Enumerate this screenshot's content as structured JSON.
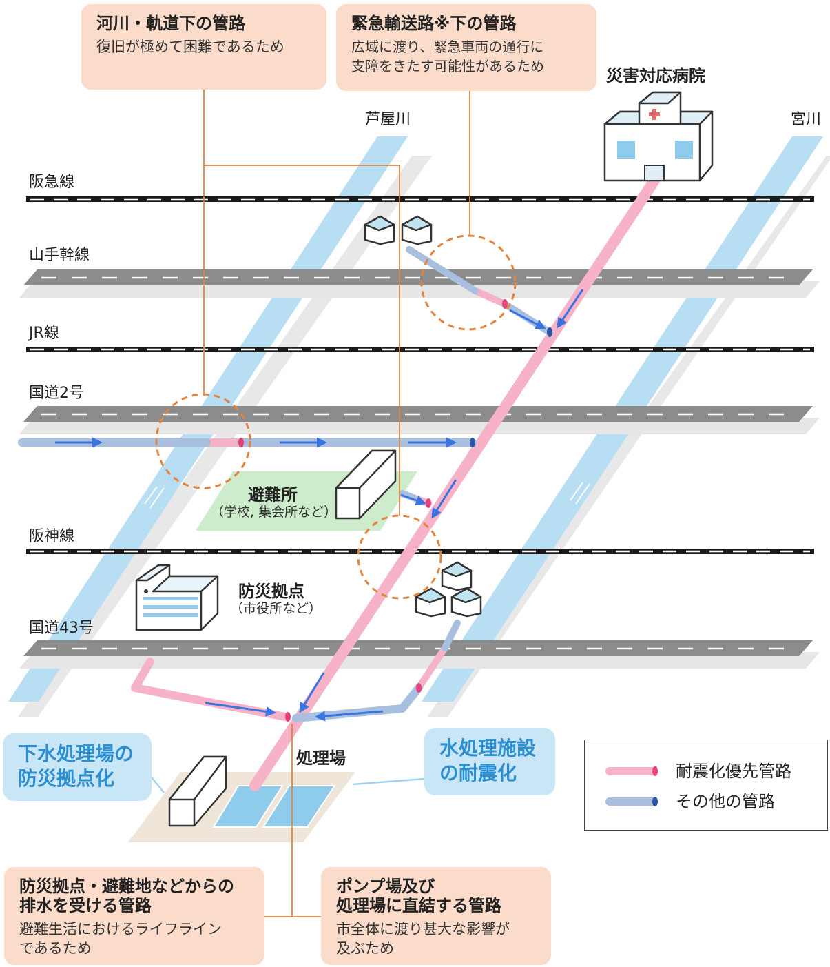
{
  "callouts": {
    "river_track": {
      "title": "河川・軌道下の管路",
      "desc": "復旧が極めて困難であるため"
    },
    "emergency_route": {
      "title": "緊急輸送路※下の管路",
      "desc": "広域に渡り、緊急車両の通行に\n支障をきたす可能性があるため"
    },
    "disaster_base": {
      "title": "防災拠点・避難地などからの\n排水を受ける管路",
      "desc": "避難生活におけるライフライン\nであるため"
    },
    "pump_station": {
      "title": "ポンプ場及び\n処理場に直結する管路",
      "desc": "市全体に渡り甚大な影響が\n及ぶため"
    }
  },
  "blue_boxes": {
    "treatment_base": "下水処理場の\n防災拠点化",
    "facility_seismic": "水処理施設\nの耐震化"
  },
  "labels": {
    "ashiya_river": "芦屋川",
    "miya_river": "宮川",
    "hospital": "災害対応病院",
    "hankyu_line": "阪急線",
    "yamate_line": "山手幹線",
    "jr_line": "JR線",
    "route2": "国道2号",
    "hanshin_line": "阪神線",
    "route43": "国道43号",
    "shelter": "避難所",
    "shelter_sub": "（学校, 集会所など）",
    "disaster_base": "防災拠点",
    "disaster_base_sub": "（市役所など）",
    "treatment_plant": "処理場"
  },
  "legend": [
    {
      "label": "耐震化優先管路",
      "color": "#f6b3c7",
      "end_color": "#e8407a"
    },
    {
      "label": "その他の管路",
      "color": "#a8bfdf",
      "end_color": "#2a57a8"
    }
  ],
  "colors": {
    "river": "#b8def4",
    "road": "#8a8a8a",
    "railway": "#1a1a1a",
    "priority_pipe": "#f6b3c7",
    "other_pipe": "#a8bfdf",
    "arrow": "#3a74e0",
    "highlight_circle": "#e3843e",
    "leader_line": "#e3843e",
    "shelter_ground": "#cdeccc",
    "plant_ground": "#efe5d8"
  }
}
